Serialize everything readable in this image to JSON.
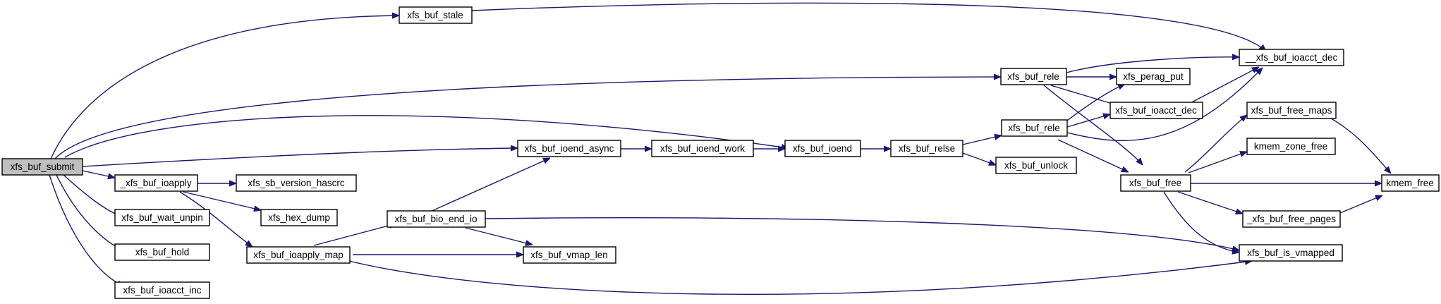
{
  "nodes": {
    "xfs_buf_submit": "xfs_buf_submit",
    "xfs_buf_stale": "xfs_buf_stale",
    "xfs_buf_rele_a": "xfs_buf_rele",
    "xfs_buf_ioacct_dec_u": "__xfs_buf_ioacct_dec",
    "xfs_perag_put": "xfs_perag_put",
    "xfs_buf_ioacct_dec": "xfs_buf_ioacct_dec",
    "xfs_buf_free_maps": "xfs_buf_free_maps",
    "xfs_buf_ioend_async": "xfs_buf_ioend_async",
    "xfs_buf_ioend_work": "xfs_buf_ioend_work",
    "xfs_buf_ioend": "xfs_buf_ioend",
    "xfs_buf_relse": "xfs_buf_relse",
    "xfs_buf_rele_b": "xfs_buf_rele",
    "kmem_zone_free": "kmem_zone_free",
    "xfs_buf_ioapply_u": "_xfs_buf_ioapply",
    "xfs_sb_version_hascrc": "xfs_sb_version_hascrc",
    "xfs_buf_unlock": "xfs_buf_unlock",
    "xfs_buf_free": "xfs_buf_free",
    "kmem_free": "kmem_free",
    "xfs_buf_wait_unpin": "xfs_buf_wait_unpin",
    "xfs_hex_dump": "xfs_hex_dump",
    "xfs_buf_bio_end_io": "xfs_buf_bio_end_io",
    "xfs_buf_free_pages": "_xfs_buf_free_pages",
    "xfs_buf_hold": "xfs_buf_hold",
    "xfs_buf_ioapply_map": "xfs_buf_ioapply_map",
    "xfs_buf_vmap_len": "xfs_buf_vmap_len",
    "xfs_buf_is_vmapped": "xfs_buf_is_vmapped",
    "xfs_buf_ioacct_inc": "xfs_buf_ioacct_inc"
  },
  "colors": {
    "edge": "#191970",
    "root_fill": "#bfbfbf",
    "node_fill": "#ffffff",
    "border": "#000000"
  }
}
